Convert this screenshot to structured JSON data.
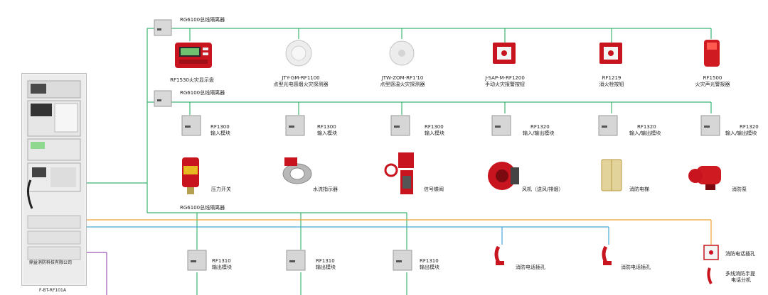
{
  "isolators": [
    {
      "label": "RG6100总线隔离器"
    },
    {
      "label": "RG6100总线隔离器"
    },
    {
      "label": "RG6100总线隔离器"
    }
  ],
  "row1_devices": [
    {
      "model": "RF1530火灾显示盘",
      "name": ""
    },
    {
      "model": "JTY-GM-RF1100",
      "name": "点型光电感烟火灾探测器"
    },
    {
      "model": "JTW-ZOM-RF1'10",
      "name": "点型感温火灾探测器"
    },
    {
      "model": "J-SAP-M-RF1200",
      "name": "手动火灾报警按钮"
    },
    {
      "model": "RF1219",
      "name": "消火栓按钮"
    },
    {
      "model": "RF1500",
      "name": "火灾声光警报器"
    }
  ],
  "row2_modules": [
    {
      "model": "RF1300",
      "name": "输入模块"
    },
    {
      "model": "RF1300",
      "name": "输入模块"
    },
    {
      "model": "RF1300",
      "name": "输入模块"
    },
    {
      "model": "RF1320",
      "name": "输入/输出模块"
    },
    {
      "model": "RF1320",
      "name": "输入/输出模块"
    },
    {
      "model": "RF1320",
      "name": "输入/输出模块"
    }
  ],
  "row3_equipment": [
    {
      "name": "压力开关"
    },
    {
      "name": "水流指示器"
    },
    {
      "name": "信号蝶阀"
    },
    {
      "name": "风机（送风/排烟）"
    },
    {
      "name": "消防电梯"
    },
    {
      "name": "消防泵"
    }
  ],
  "row4_output_modules": [
    {
      "model": "RF1310",
      "name": "输出模块"
    },
    {
      "model": "RF1310",
      "name": "输出模块"
    },
    {
      "model": "RF1310",
      "name": "输出模块"
    }
  ],
  "row4_phones": [
    {
      "name": "消防电话插孔"
    },
    {
      "name": "消防电话插孔"
    }
  ],
  "row4_phone_box": {
    "name": "消防电话插孔",
    "sub1": "多线消防手提",
    "sub2": "电话分机"
  },
  "cabinet": {
    "company": "鼎益消防科技有限公司",
    "model": "F-BT-RF101A"
  },
  "colors": {
    "bus": "#3cb371",
    "phone": "#f0a030",
    "aux": "#4aa8d8",
    "extra": "#9b59b6",
    "red": "#c8141e"
  }
}
